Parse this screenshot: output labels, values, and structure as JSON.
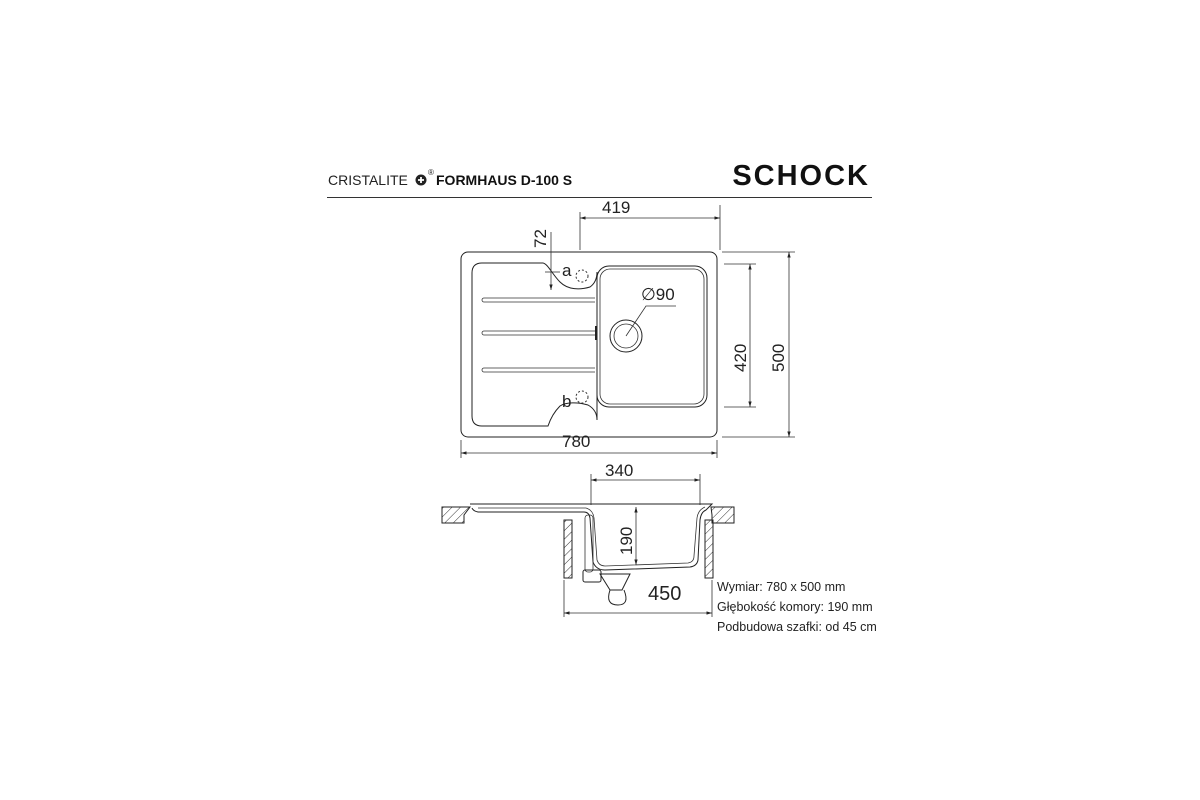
{
  "header": {
    "series": "CRISTALITE",
    "registered": "®",
    "model": "FORMHAUS D-100 S",
    "brand": "SCHOCK"
  },
  "top_view": {
    "dim_bowl_width": "419",
    "dim_offset": "72",
    "label_a": "a",
    "label_b": "b",
    "dim_drain": "∅90",
    "dim_bowl_length": "420",
    "dim_depth": "500",
    "dim_width": "780"
  },
  "section_view": {
    "dim_bowl_inner": "340",
    "dim_bowl_depth": "190",
    "dim_cabinet": "450"
  },
  "specs": [
    "Wymiar: 780 x 500 mm",
    "Głębokość komory: 190 mm",
    "Podbudowa szafki: od 45 cm"
  ]
}
